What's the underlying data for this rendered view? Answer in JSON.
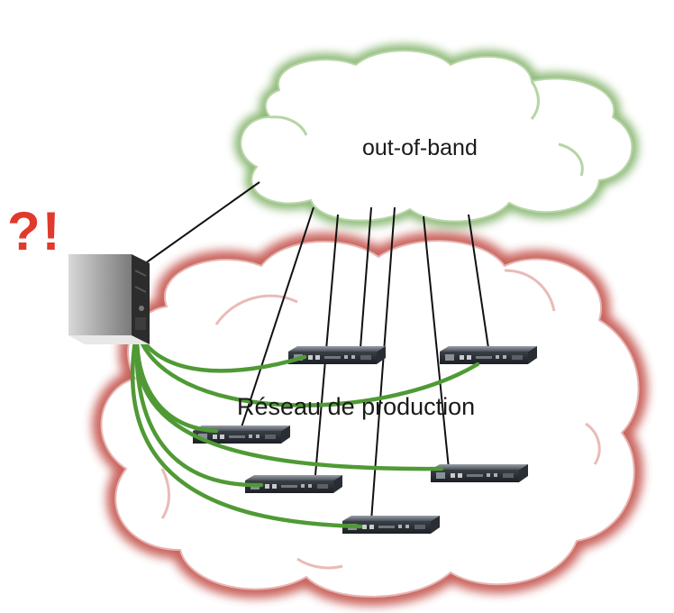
{
  "labels": {
    "out_of_band": "out-of-band",
    "production": "Réseau de production",
    "alert": "?!"
  },
  "colors": {
    "oob_cloud_glow": "#5a9a3a",
    "production_cloud_glow": "#c0443e",
    "management_line": "#111111",
    "data_cable": "#4f9a35",
    "alert_text": "#e03a2c"
  },
  "icons": [
    "pc-tower-icon",
    "router-icon"
  ],
  "nodes": {
    "routers": [
      "router-1",
      "router-2",
      "router-3",
      "router-4",
      "router-5",
      "router-6"
    ]
  }
}
